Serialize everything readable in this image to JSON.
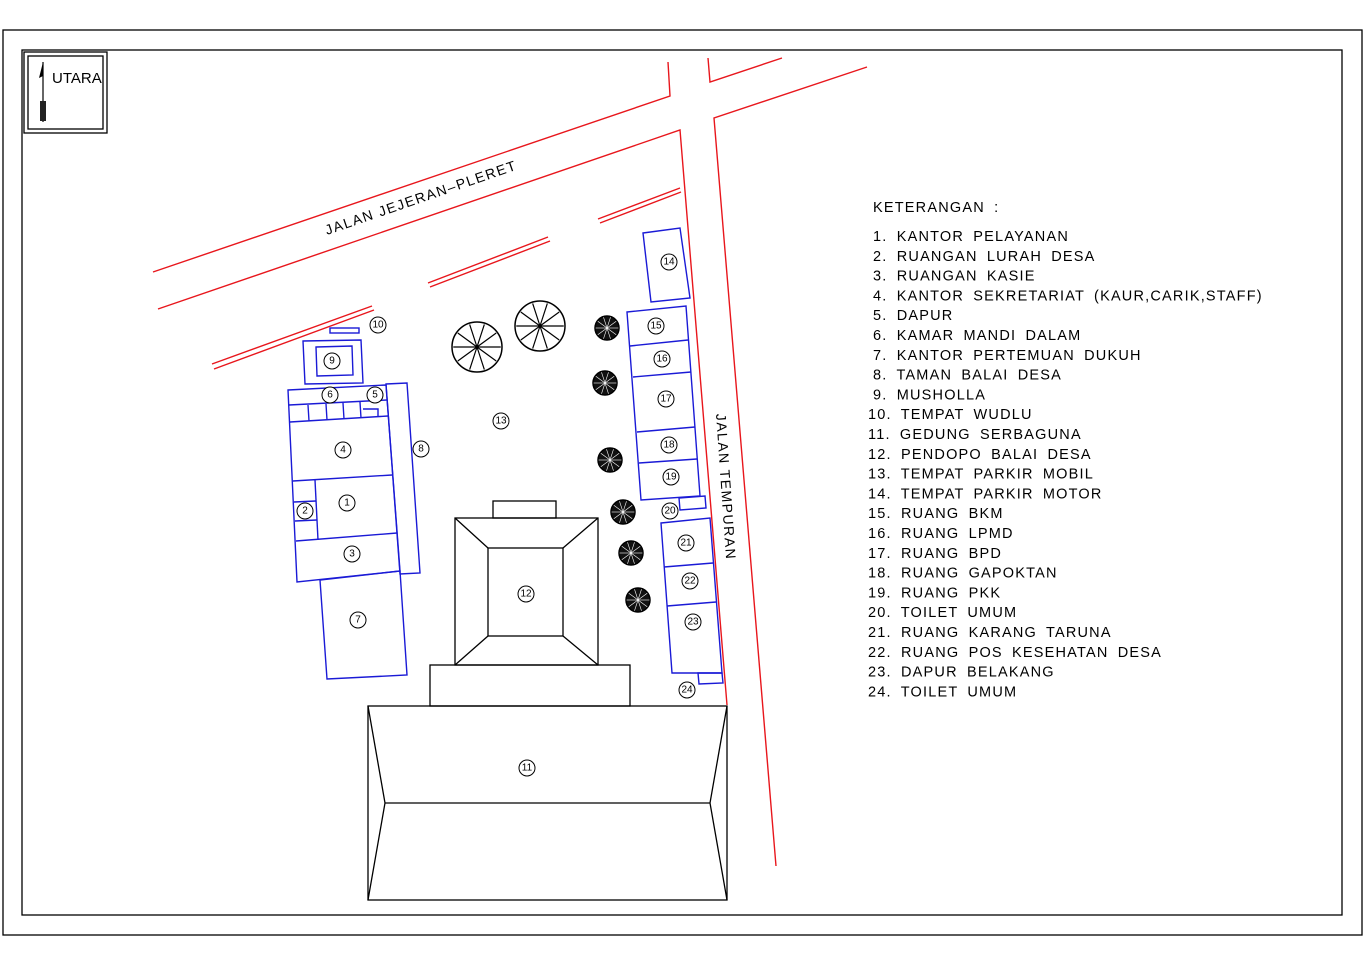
{
  "north": {
    "label": "UTARA"
  },
  "roads": {
    "north_road": "JALAN JEJERAN–PLERET",
    "east_road": "JALAN TEMPURAN"
  },
  "legend": {
    "title": "KETERANGAN :",
    "items": [
      "1.  KANTOR  PELAYANAN",
      "2.  RUANGAN  LURAH  DESA",
      "3.  RUANGAN  KASIE",
      "4.  KANTOR  SEKRETARIAT  (KAUR,CARIK,STAFF)",
      "5.  DAPUR",
      "6.  KAMAR  MANDI  DALAM",
      "7.  KANTOR  PERTEMUAN  DUKUH",
      "8.  TAMAN  BALAI  DESA",
      "9.  MUSHOLLA",
      "10.  TEMPAT  WUDLU",
      "11.  GEDUNG  SERBAGUNA",
      "12.  PENDOPO  BALAI  DESA",
      "13.  TEMPAT  PARKIR  MOBIL",
      "14.  TEMPAT  PARKIR  MOTOR",
      "15.  RUANG  BKM",
      "16.  RUANG  LPMD",
      "17.  RUANG  BPD",
      "18.  RUANG  GAPOKTAN",
      "19.  RUANG  PKK",
      "20.  TOILET  UMUM",
      "21.  RUANG  KARANG  TARUNA",
      "22.  RUANG  POS  KESEHATAN  DESA",
      "23.  DAPUR  BELAKANG",
      "24.  TOILET  UMUM"
    ]
  },
  "markers": [
    "1",
    "2",
    "3",
    "4",
    "5",
    "6",
    "7",
    "8",
    "9",
    "10",
    "11",
    "12",
    "13",
    "14",
    "15",
    "16",
    "17",
    "18",
    "19",
    "20",
    "21",
    "22",
    "23",
    "24"
  ],
  "colors": {
    "road": "#e8161c",
    "building": "#1a1ad6",
    "outline": "#000000"
  }
}
